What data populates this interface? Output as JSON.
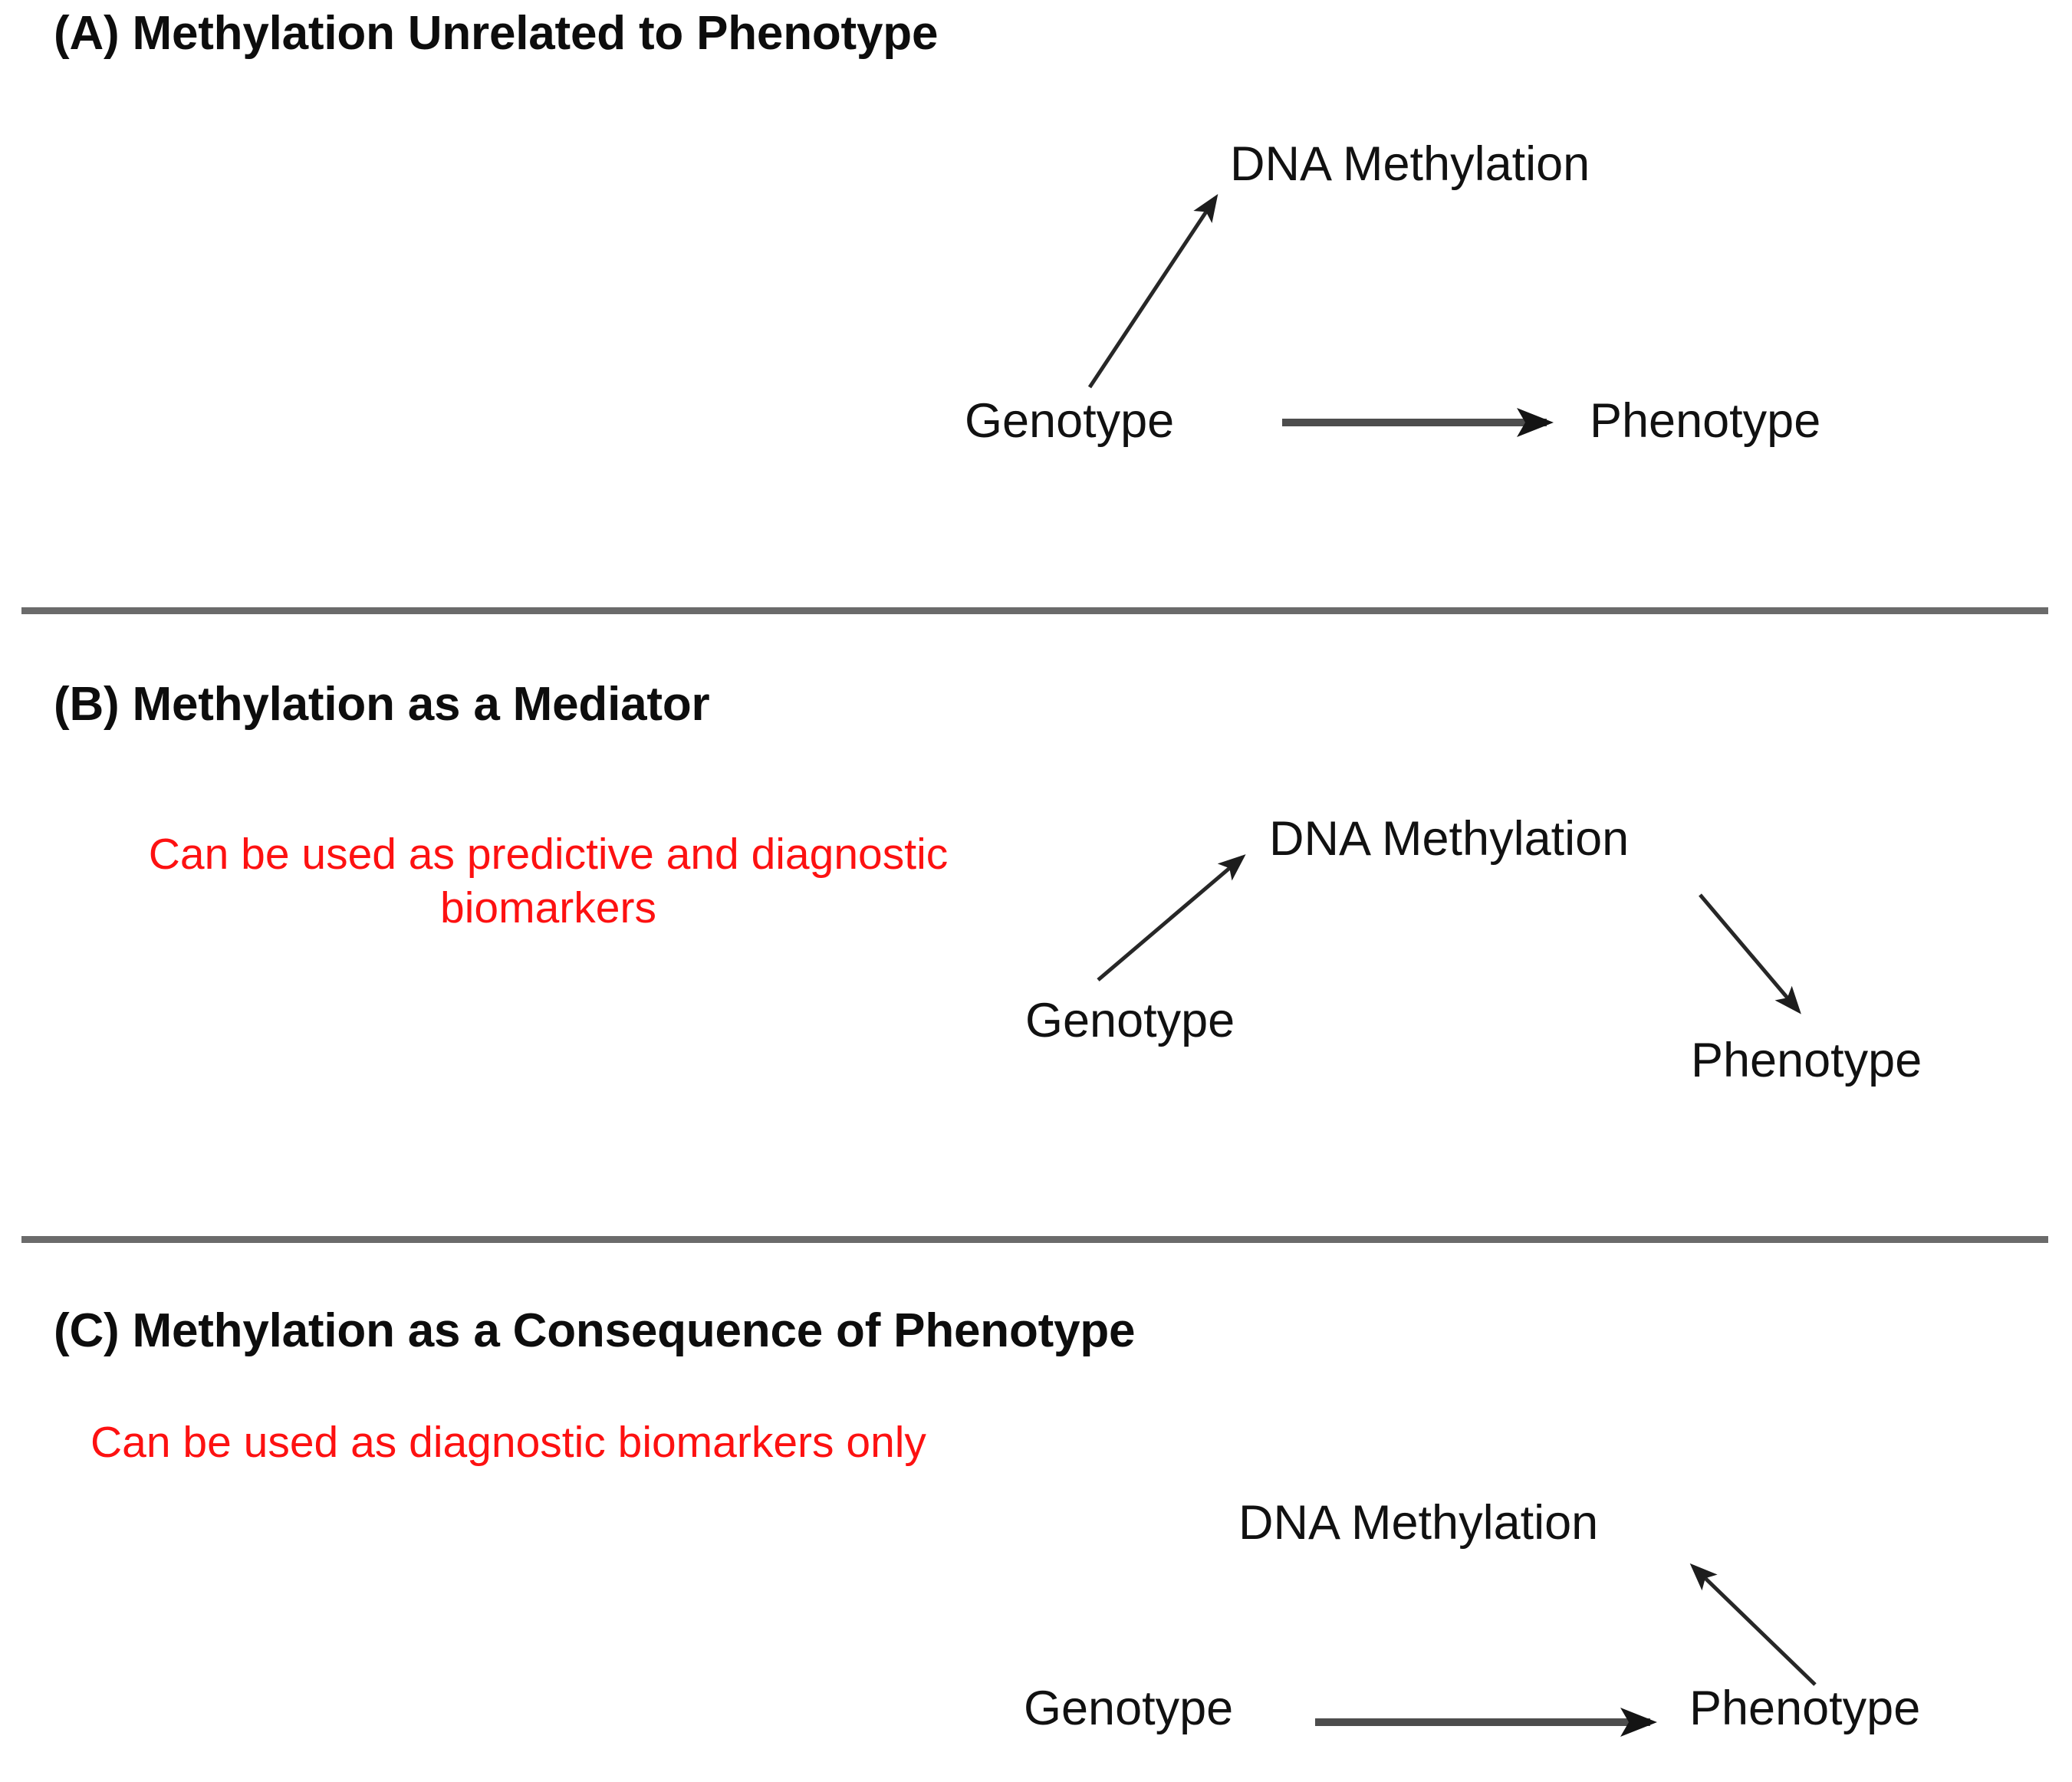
{
  "figure": {
    "background_color": "#ffffff",
    "text_color": "#111111",
    "note_color": "#fd1111",
    "divider_color": "#6b6b6b",
    "arrow_color": "#2b2b2b"
  },
  "panels": [
    {
      "id": "A",
      "title": "(A) Methylation Unrelated to Phenotype",
      "note": "",
      "nodes": {
        "methylation": "DNA Methylation",
        "genotype": "Genotype",
        "phenotype": "Phenotype"
      },
      "edges": [
        {
          "from": "Genotype",
          "to": "DNA Methylation",
          "style": "thin-diagonal-up-right"
        },
        {
          "from": "Genotype",
          "to": "Phenotype",
          "style": "thick-horizontal-right"
        }
      ]
    },
    {
      "id": "B",
      "title": "(B) Methylation as a Mediator",
      "note": "Can be used as predictive and diagnostic\nbiomarkers",
      "nodes": {
        "methylation": "DNA Methylation",
        "genotype": "Genotype",
        "phenotype": "Phenotype"
      },
      "edges": [
        {
          "from": "Genotype",
          "to": "DNA Methylation",
          "style": "thin-diagonal-up-right"
        },
        {
          "from": "DNA Methylation",
          "to": "Phenotype",
          "style": "thin-diagonal-down-right"
        }
      ]
    },
    {
      "id": "C",
      "title": "(C) Methylation as a Consequence of Phenotype",
      "note": "Can be used as diagnostic biomarkers only",
      "nodes": {
        "methylation": "DNA Methylation",
        "genotype": "Genotype",
        "phenotype": "Phenotype"
      },
      "edges": [
        {
          "from": "Genotype",
          "to": "Phenotype",
          "style": "thick-horizontal-right"
        },
        {
          "from": "Phenotype",
          "to": "DNA Methylation",
          "style": "thin-diagonal-up-left"
        }
      ]
    }
  ]
}
